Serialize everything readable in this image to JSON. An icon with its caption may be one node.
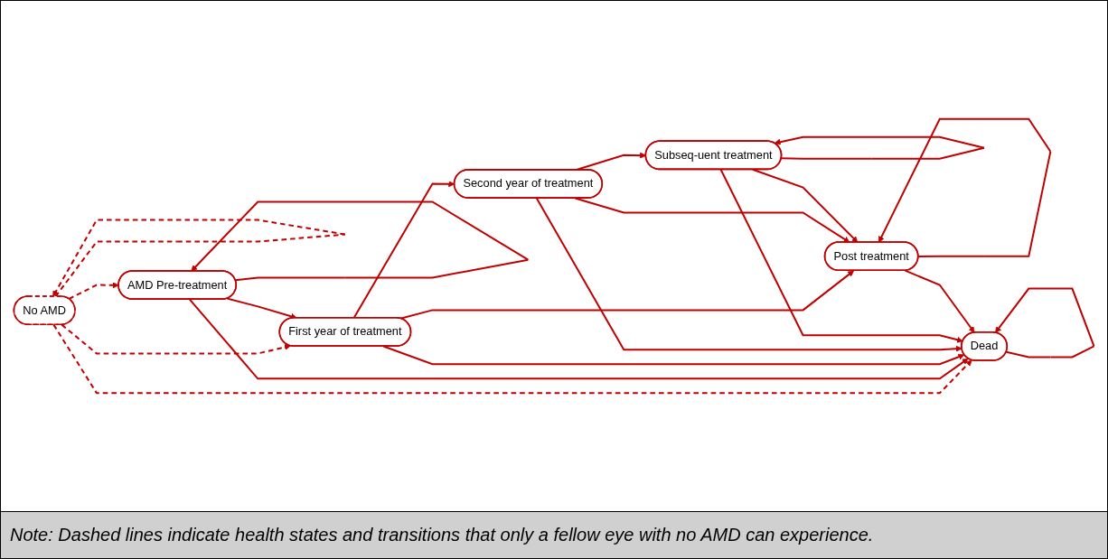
{
  "diagram": {
    "caption": "Note: Dashed lines indicate health states and transitions that only a fellow eye with no AMD can experience.",
    "nodes": [
      {
        "text": [
          "No AMD"
        ]
      },
      {
        "text": [
          "AMD Pre-treatment"
        ]
      },
      {
        "text": [
          "First year of treatment"
        ]
      },
      {
        "text": [
          "Second year of treatment"
        ]
      },
      {
        "text": [
          "Subseq-uent treatment"
        ]
      },
      {
        "text": [
          "Post treatment"
        ]
      },
      {
        "text": [
          "Dead"
        ]
      }
    ],
    "edges": [
      {
        "from": 0,
        "to": 0,
        "arrow": "to",
        "style": "dashed"
      },
      {
        "from": 0,
        "to": 1,
        "arrow": "to",
        "style": "dashed"
      },
      {
        "from": 0,
        "to": 2,
        "arrow": "to",
        "style": "dashed"
      },
      {
        "from": 0,
        "to": 6,
        "arrow": "to",
        "style": "dashed"
      },
      {
        "from": 1,
        "to": 1,
        "arrow": "to"
      },
      {
        "from": 1,
        "to": 2,
        "arrow": "to"
      },
      {
        "from": 1,
        "to": 6,
        "arrow": "to"
      },
      {
        "from": 2,
        "to": 3,
        "arrow": "to"
      },
      {
        "from": 2,
        "to": 5,
        "arrow": "to"
      },
      {
        "from": 2,
        "to": 6,
        "arrow": "to"
      },
      {
        "from": 3,
        "to": 4,
        "arrow": "to"
      },
      {
        "from": 3,
        "to": 5,
        "arrow": "to"
      },
      {
        "from": 3,
        "to": 6,
        "arrow": "to"
      },
      {
        "from": 4,
        "to": 4,
        "arrow": "to"
      },
      {
        "from": 4,
        "to": 5,
        "arrow": "to"
      },
      {
        "from": 4,
        "to": 6,
        "arrow": "to"
      },
      {
        "from": 5,
        "to": 5,
        "arrow": "to"
      },
      {
        "from": 5,
        "to": 6,
        "arrow": "to"
      },
      {
        "from": 6,
        "to": 6,
        "arrow": "to"
      }
    ]
  }
}
